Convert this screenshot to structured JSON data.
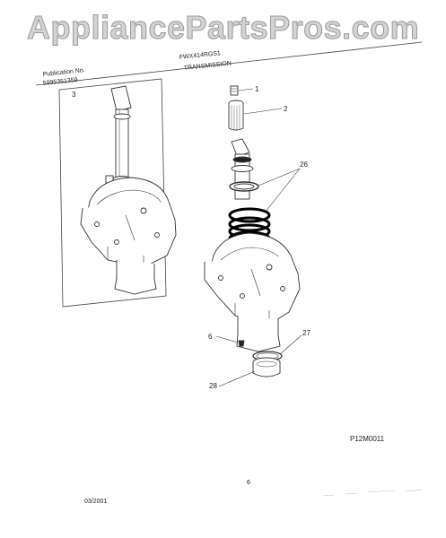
{
  "watermark": "AppliancePartsPros.com",
  "header": {
    "publication_label": "Publication No.",
    "publication_number": "5995351359",
    "model": "FWX414RGS1",
    "section": "TRANSMISSION"
  },
  "callouts": [
    "1",
    "2",
    "3",
    "6",
    "26",
    "27",
    "28"
  ],
  "figure_code": "P12M0011",
  "page_number": "6",
  "date": "03/2001",
  "colors": {
    "watermark": "#d3d3d3",
    "line": "#333333"
  }
}
